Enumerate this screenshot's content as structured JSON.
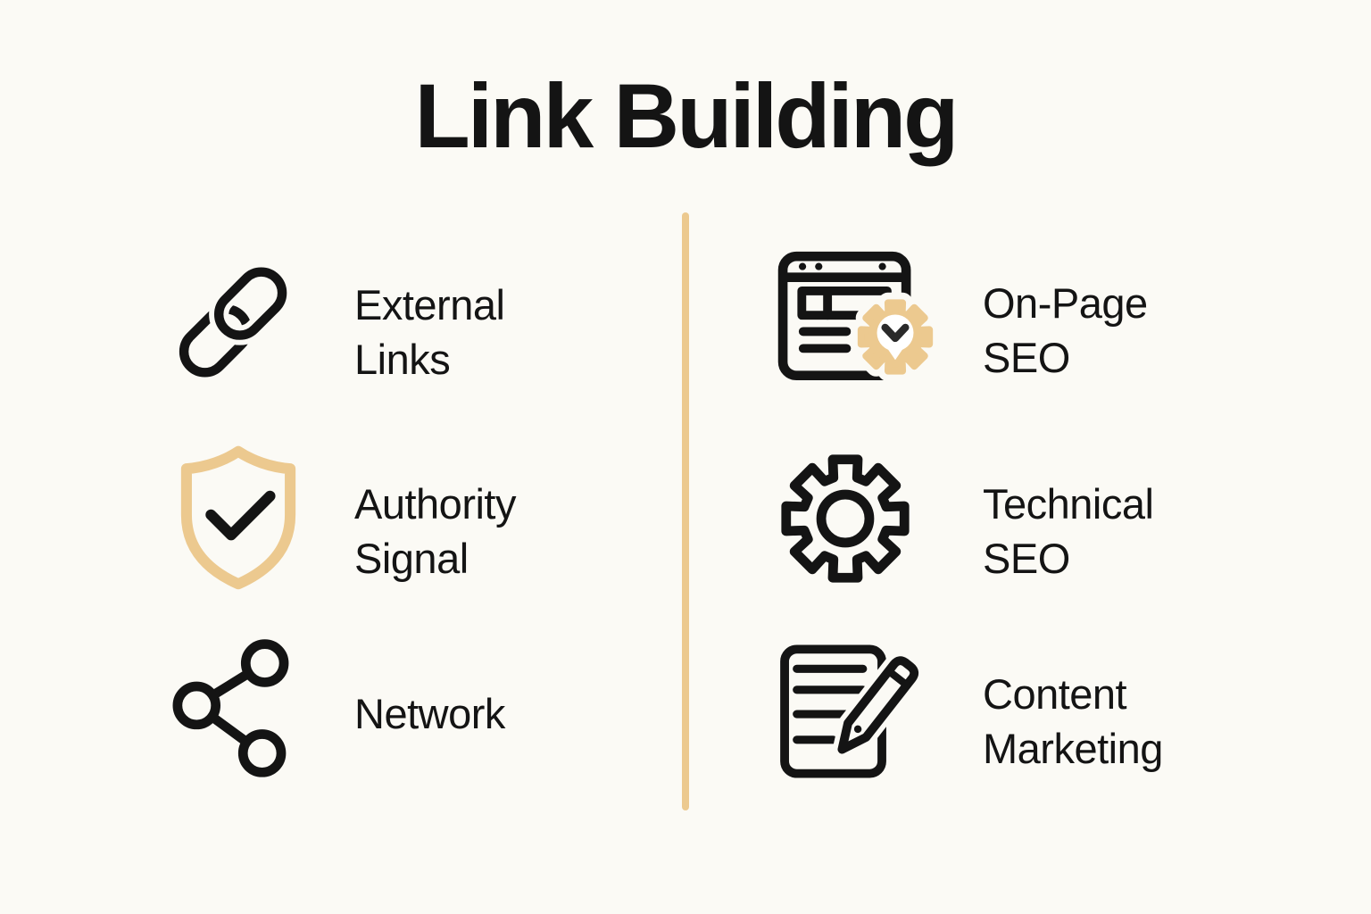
{
  "title": "Link Building",
  "colors": {
    "background": "#FBFAF5",
    "ink": "#141414",
    "gold": "#ECC98F"
  },
  "divider": {
    "orientation": "vertical"
  },
  "columns": {
    "left": {
      "items": [
        {
          "icon": "chain-link-icon",
          "label": "External Links",
          "lines": [
            "External",
            "Links"
          ]
        },
        {
          "icon": "shield-check-icon",
          "label": "Authority Signal",
          "lines": [
            "Authority",
            "Signal"
          ]
        },
        {
          "icon": "share-network-icon",
          "label": "Network",
          "lines": [
            "Network"
          ]
        }
      ]
    },
    "right": {
      "items": [
        {
          "icon": "browser-gear-icon",
          "label": "On-Page SEO",
          "lines": [
            "On-Page",
            "SEO"
          ]
        },
        {
          "icon": "gear-icon",
          "label": "Technical SEO",
          "lines": [
            "Technical",
            "SEO"
          ]
        },
        {
          "icon": "document-pencil-icon",
          "label": "Content Marketing",
          "lines": [
            "Content",
            "Marketing"
          ]
        }
      ]
    }
  }
}
